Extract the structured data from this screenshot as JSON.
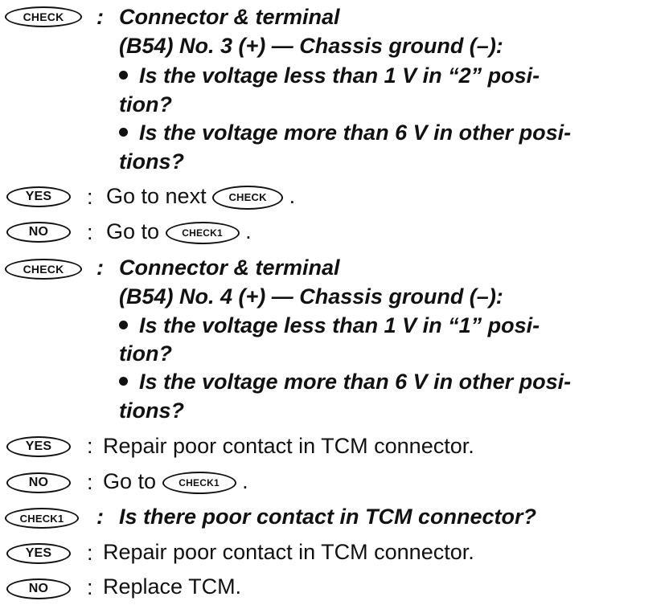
{
  "badges": {
    "check": "CHECK",
    "check1": "CHECK1",
    "yes": "YES",
    "no": "NO"
  },
  "colon": ":",
  "block1": {
    "line1": "Connector & terminal",
    "line2": "(B54) No. 3 (+) — Chassis ground (–):",
    "bullet1_a": "Is the voltage less than 1 V in “2” posi-",
    "bullet1_b": "tion?",
    "bullet2_a": "Is the voltage more than 6 V in other posi-",
    "bullet2_b": "tions?"
  },
  "yes1": {
    "text": "Go to next",
    "end": "."
  },
  "no1": {
    "text": "Go to",
    "end": "."
  },
  "block2": {
    "line1": "Connector & terminal",
    "line2": "(B54) No. 4 (+) — Chassis ground (–):",
    "bullet1_a": "Is the voltage less than 1 V in “1” posi-",
    "bullet1_b": "tion?",
    "bullet2_a": "Is the voltage more than 6 V in other posi-",
    "bullet2_b": "tions?"
  },
  "yes2": {
    "text": "Repair poor contact in TCM connector."
  },
  "no2": {
    "text": "Go to",
    "end": "."
  },
  "block3": {
    "question": "Is there poor contact in TCM connector?"
  },
  "yes3": {
    "text": "Repair poor contact in TCM connector."
  },
  "no3": {
    "text": "Replace TCM."
  }
}
